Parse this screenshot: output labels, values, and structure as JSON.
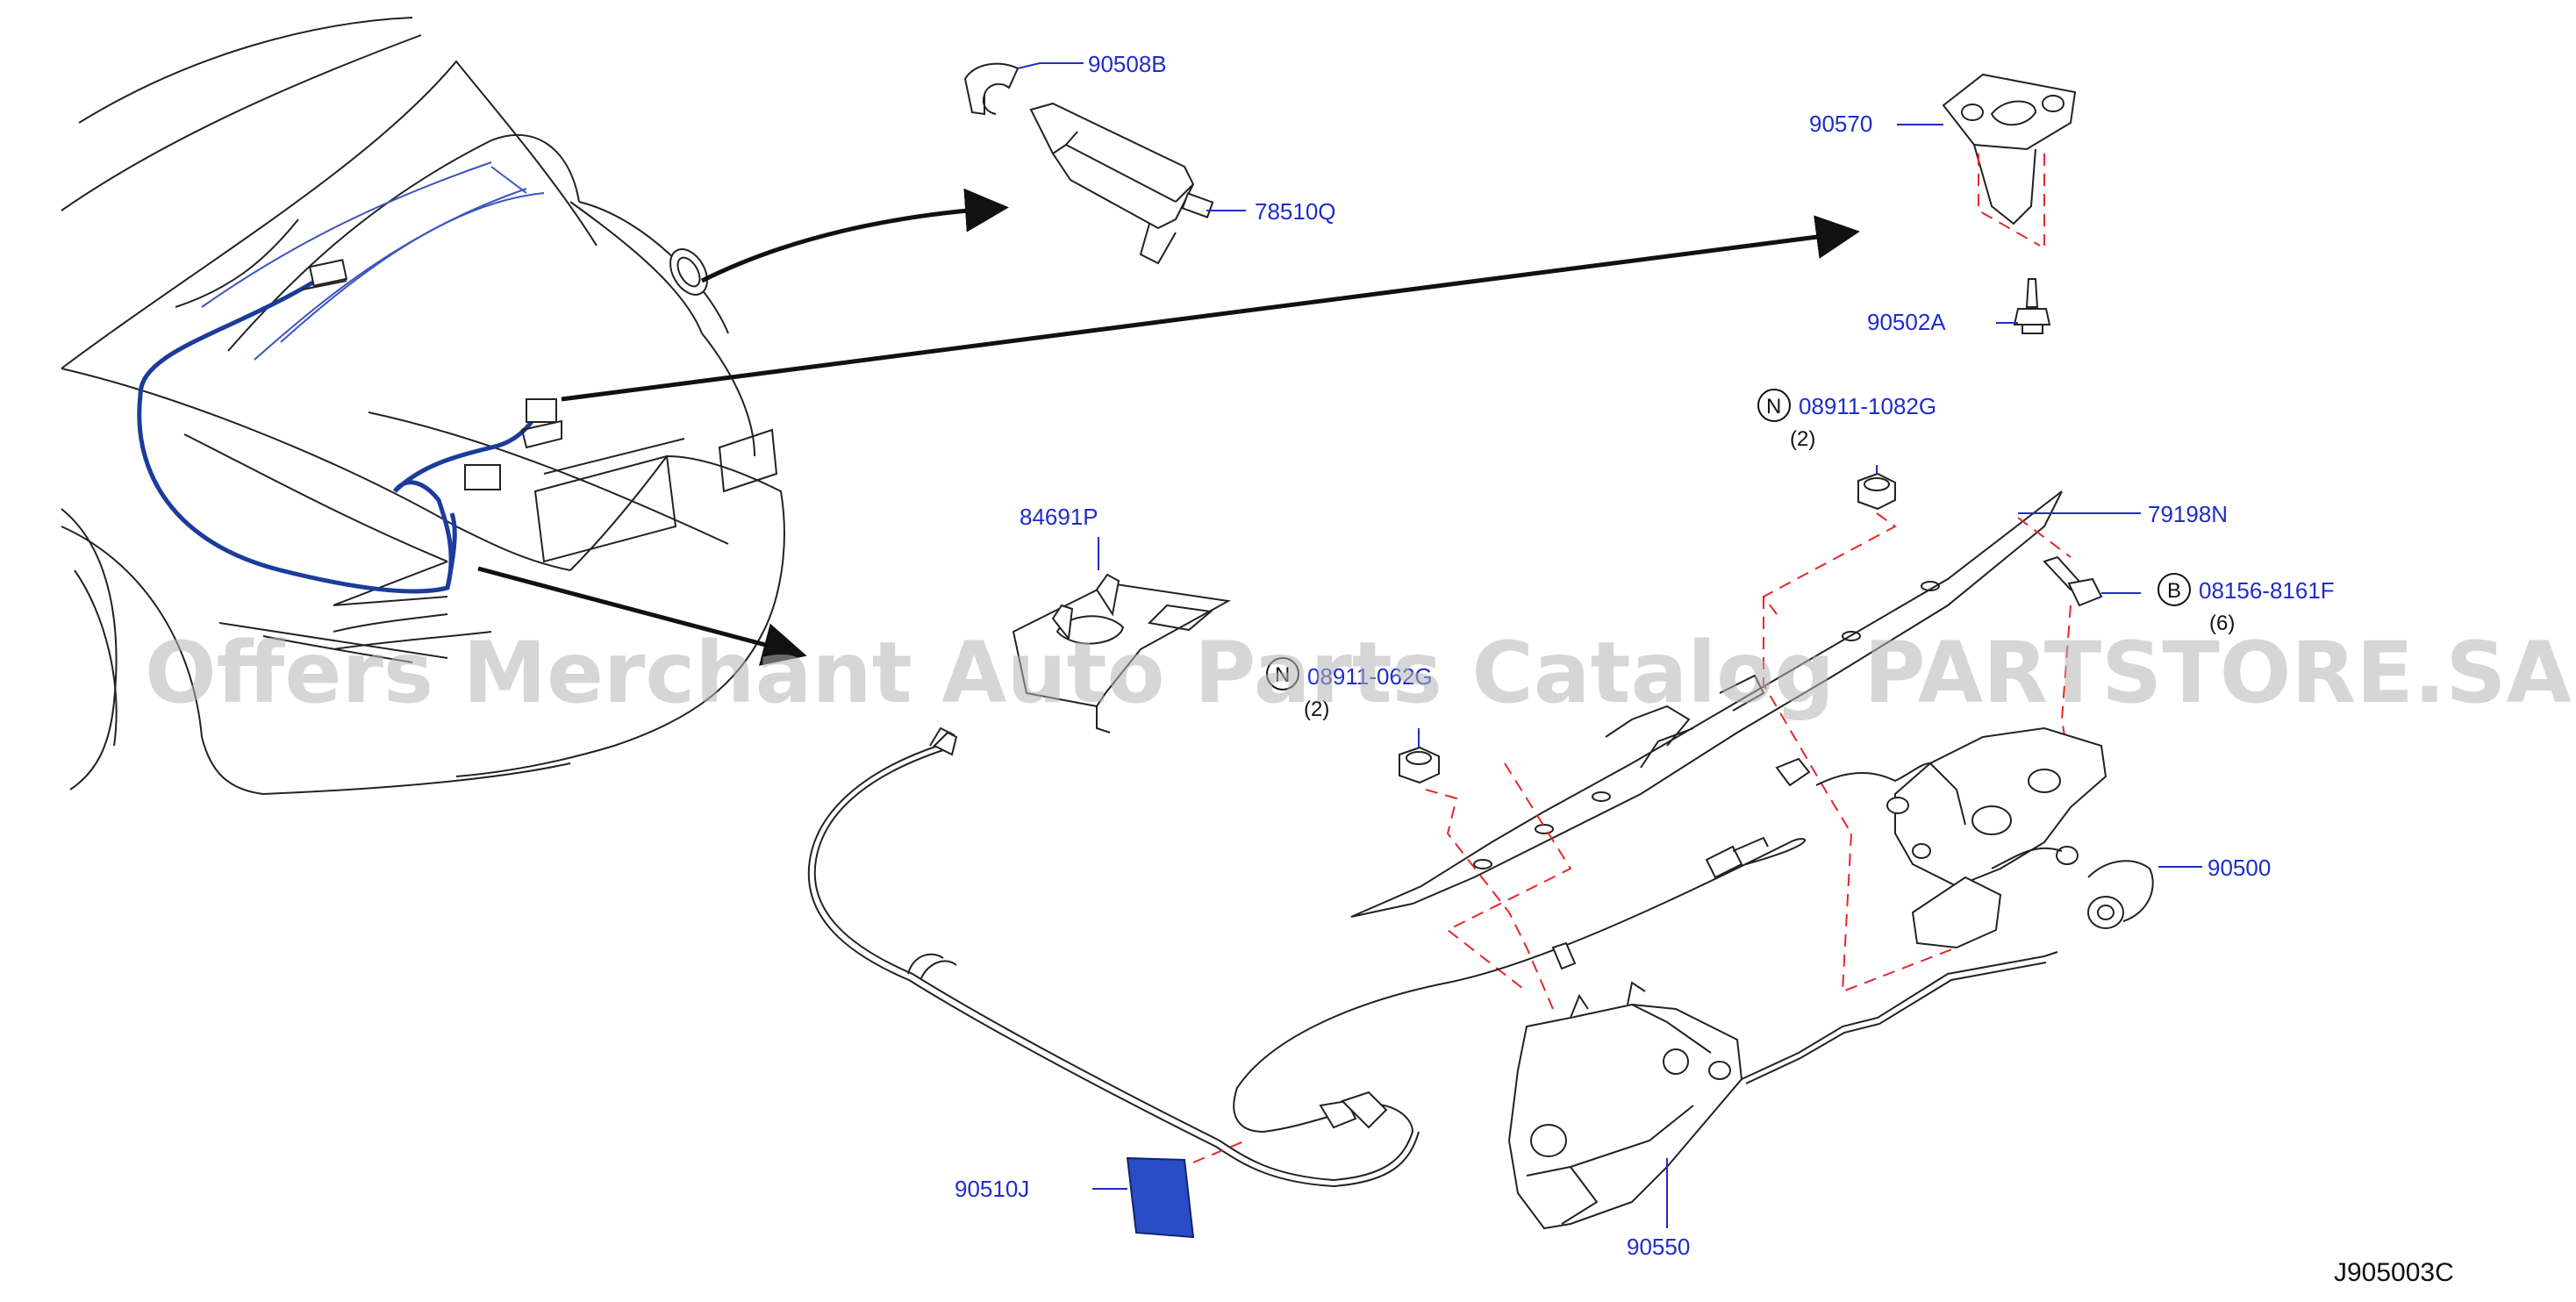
{
  "parts": {
    "p90508B": "90508B",
    "p78510Q": "78510Q",
    "p90570": "90570",
    "p90502A": "90502A",
    "p08911_1082G": "08911-1082G",
    "p08911_1082G_qty": "(2)",
    "p79198N": "79198N",
    "p08156_8161F": "08156-8161F",
    "p08156_8161F_qty": "(6)",
    "p84691P": "84691P",
    "p08911_062G": "08911-062G",
    "p08911_062G_qty": "(2)",
    "p90500": "90500",
    "p90510J": "90510J",
    "p90550": "90550"
  },
  "callouts": {
    "n_top": "N",
    "b": "B",
    "n_mid": "N"
  },
  "watermark": "Offers Merchant Auto Parts Catalog PARTSTORE.SA",
  "diagram_code": "J905003C",
  "colors": {
    "label": "#1f2dc8",
    "harness": "#1b3c9c",
    "phantom": "#e8262a"
  }
}
